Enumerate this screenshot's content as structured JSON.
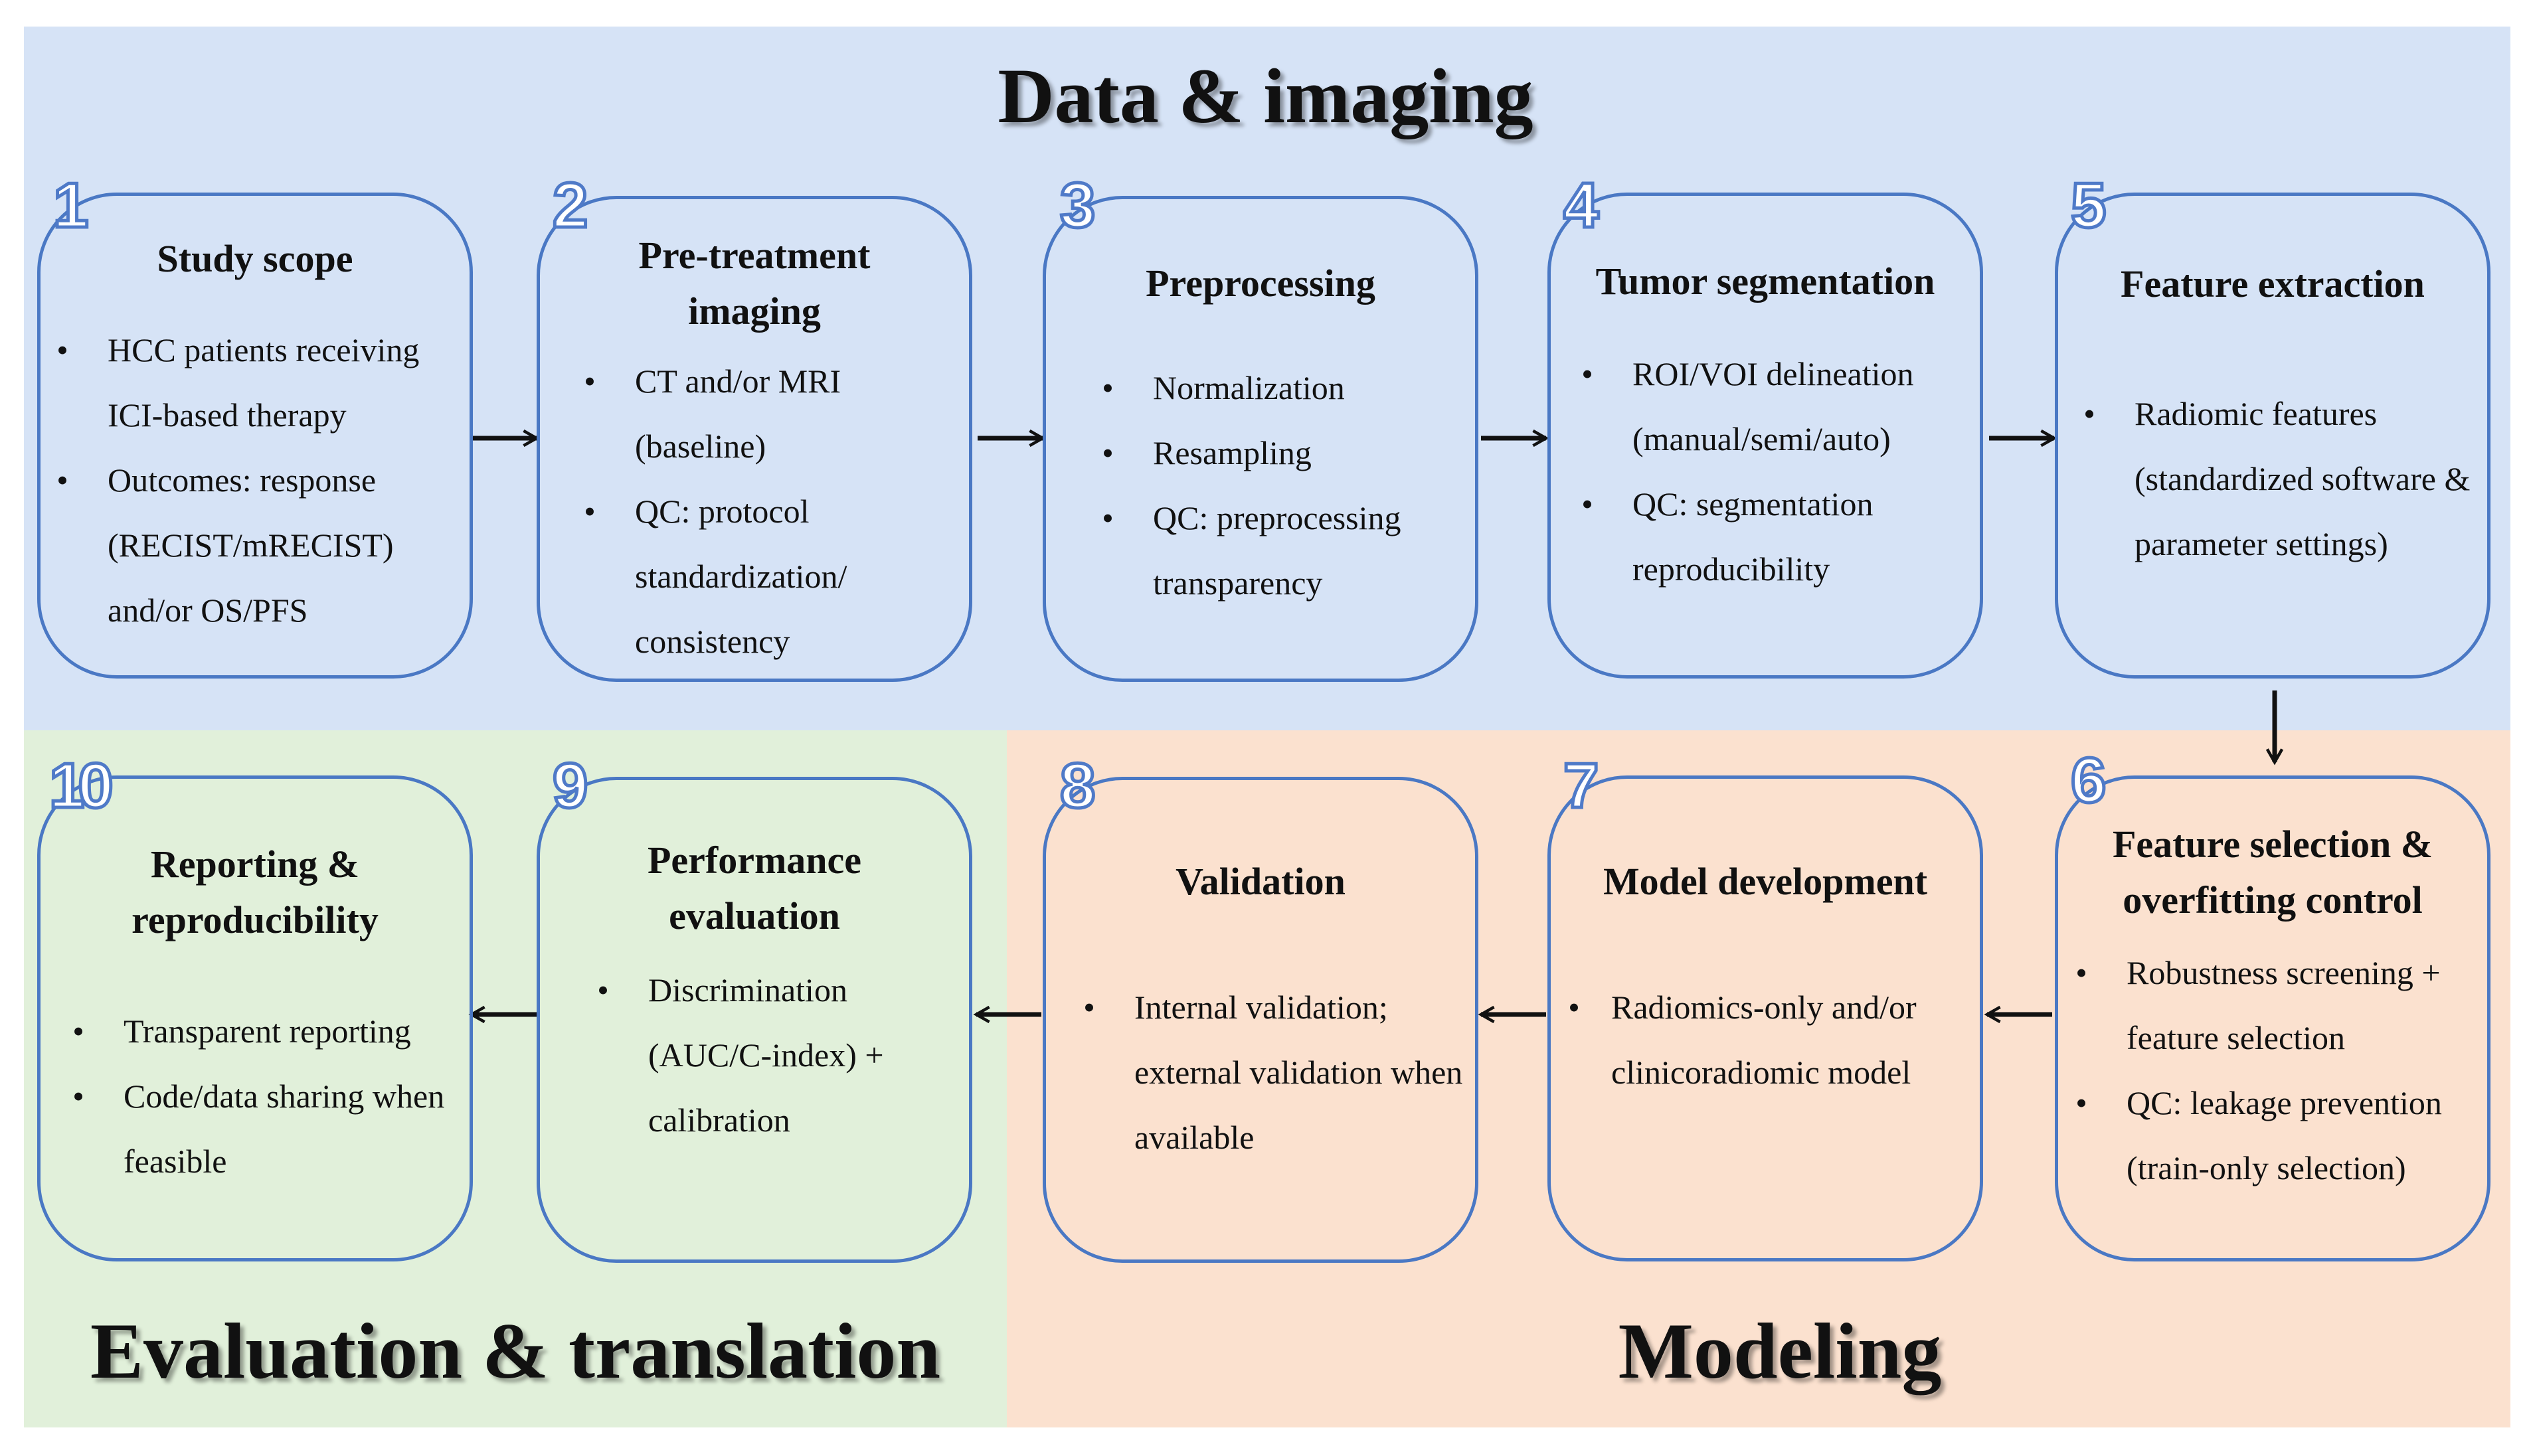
{
  "regions": {
    "data_imaging": {
      "title": "Data & imaging",
      "color": "#d6e3f6"
    },
    "evaluation": {
      "title": "Evaluation & translation",
      "color": "#e1f0da"
    },
    "modeling": {
      "title": "Modeling",
      "color": "#fbe1cf"
    }
  },
  "bullet_glyph": "•",
  "steps": [
    {
      "number": "1",
      "title": "Study scope",
      "bullets": [
        "HCC patients receiving ICI-based therapy",
        "Outcomes: response (RECIST/mRECIST) and/or OS/PFS"
      ]
    },
    {
      "number": "2",
      "title": "Pre-treatment imaging",
      "bullets": [
        "CT and/or MRI (baseline)",
        "QC: protocol standardization/ consistency"
      ]
    },
    {
      "number": "3",
      "title": "Preprocessing",
      "bullets": [
        "Normalization",
        "Resampling",
        "QC: preprocessing transparency"
      ]
    },
    {
      "number": "4",
      "title": "Tumor segmentation",
      "bullets": [
        "ROI/VOI delineation (manual/semi/auto)",
        "QC: segmentation reproducibility"
      ]
    },
    {
      "number": "5",
      "title": "Feature extraction",
      "bullets": [
        "Radiomic features (standardized software & parameter settings)"
      ]
    },
    {
      "number": "6",
      "title": "Feature selection & overfitting control",
      "bullets": [
        "Robustness screening + feature selection",
        "QC: leakage prevention (train-only selection)"
      ]
    },
    {
      "number": "7",
      "title": "Model development",
      "bullets": [
        "Radiomics-only and/or clinicoradiomic model"
      ]
    },
    {
      "number": "8",
      "title": "Validation",
      "bullets": [
        "Internal validation; external validation when available"
      ]
    },
    {
      "number": "9",
      "title": "Performance evaluation",
      "bullets": [
        "Discrimination (AUC/C-index) + calibration"
      ]
    },
    {
      "number": "10",
      "title": "Reporting & reproducibility",
      "bullets": [
        "Transparent reporting",
        "Code/data sharing when feasible"
      ]
    }
  ]
}
